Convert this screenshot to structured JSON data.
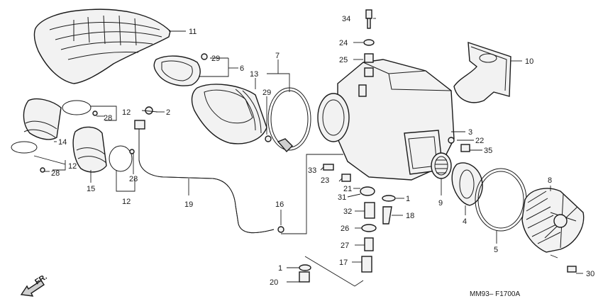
{
  "diagram": {
    "drawing_code": "MM93– F1700A",
    "direction_label": "FR.",
    "callouts": {
      "c1a": "1",
      "c1b": "1",
      "c2": "2",
      "c3": "3",
      "c4": "4",
      "c5": "5",
      "c6": "6",
      "c7": "7",
      "c8": "8",
      "c9": "9",
      "c10": "10",
      "c11": "11",
      "c12a": "12",
      "c12b": "12",
      "c12c": "12",
      "c13": "13",
      "c14": "14",
      "c15": "15",
      "c16": "16",
      "c17": "17",
      "c18": "18",
      "c19": "19",
      "c20": "20",
      "c21": "21",
      "c22": "22",
      "c23": "23",
      "c24": "24",
      "c25": "25",
      "c26": "26",
      "c27": "27",
      "c28a": "28",
      "c28b": "28",
      "c28c": "28",
      "c29a": "29",
      "c29b": "29",
      "c30": "30",
      "c31": "31",
      "c32": "32",
      "c33": "33",
      "c34": "34",
      "c35": "35"
    }
  }
}
